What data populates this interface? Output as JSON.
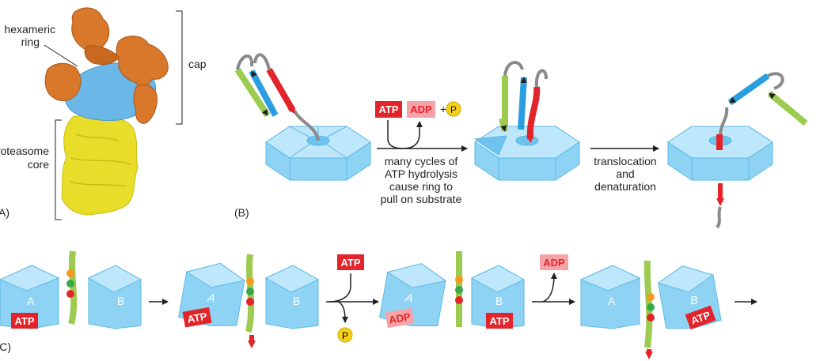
{
  "panel_a": {
    "panel_label": "(A)",
    "hexameric_ring_label": [
      "hexameric",
      "ring"
    ],
    "cap_label": "cap",
    "proteasome_core_label": [
      "proteasome",
      "core"
    ],
    "colors": {
      "cap": "#d9782a",
      "ring": "#6ab7e8",
      "core": "#e8de2a"
    }
  },
  "panel_b": {
    "panel_label": "(B)",
    "atp": "ATP",
    "adp": "ADP",
    "plus": "+",
    "p": "P",
    "step1_caption": [
      "many cycles of",
      "ATP hydrolysis",
      "cause ring to",
      "pull on substrate"
    ],
    "step2_caption": [
      "translocation",
      "and",
      "denaturation"
    ]
  },
  "panel_c": {
    "panel_label": "(C)",
    "subunit_a": "A",
    "subunit_b": "B",
    "atp": "ATP",
    "adp": "ADP",
    "p": "P"
  },
  "colors": {
    "atp_red": "#e3242b",
    "adp_pink": "#f5a3a6",
    "hexamer_blue": "#8fd3f4",
    "strand_green": "#9ccb4f",
    "strand_blue": "#2a9ee0",
    "strand_grey": "#8a8a8a",
    "phosphate_yellow": "#f7d117",
    "bead_orange": "#f39a1f",
    "bead_green": "#3aa84a",
    "bead_red": "#e3242b"
  }
}
